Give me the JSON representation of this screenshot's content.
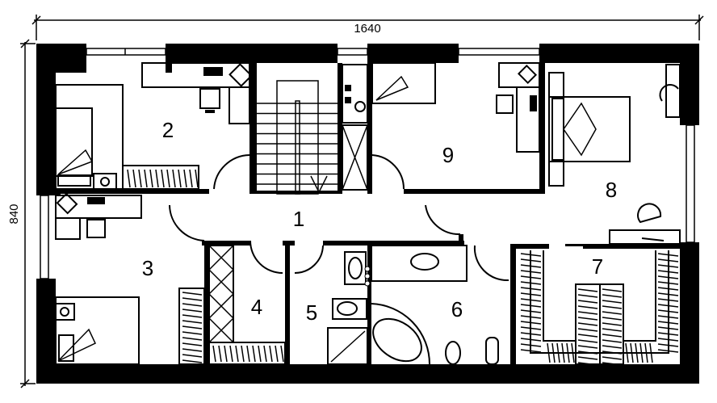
{
  "plan": {
    "dimensions": {
      "width_label": "1640",
      "height_label": "840"
    },
    "rooms": [
      {
        "id": "1"
      },
      {
        "id": "2"
      },
      {
        "id": "3"
      },
      {
        "id": "4"
      },
      {
        "id": "5"
      },
      {
        "id": "6"
      },
      {
        "id": "7"
      },
      {
        "id": "8"
      },
      {
        "id": "9"
      }
    ],
    "colors": {
      "wall": "#000000",
      "background": "#ffffff"
    }
  }
}
